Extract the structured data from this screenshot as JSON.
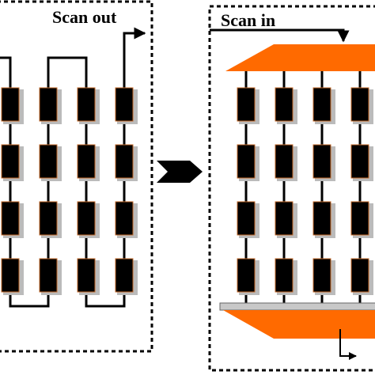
{
  "left_panel": {
    "label": "Scan out",
    "columns": 4,
    "rows": 4
  },
  "right_panel": {
    "label": "Scan in",
    "columns": 4,
    "rows": 4
  },
  "colors": {
    "cell_fill": "#000000",
    "cell_shadow": "#bbbbbb",
    "cell_edge": "#c46a2a",
    "orange_block": "#ff6a00",
    "gray_bar": "#c8c8c8",
    "wire": "#000000",
    "border": "#000000"
  }
}
